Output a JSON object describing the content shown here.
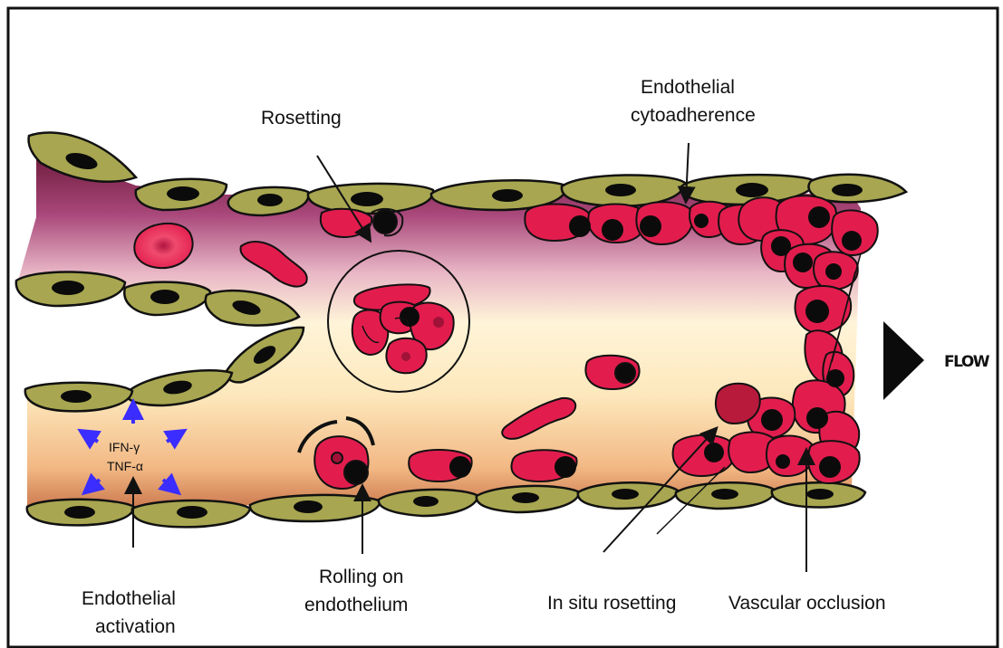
{
  "labels": {
    "rosetting": "Rosetting",
    "endothelial_cytoadherence_1": "Endothelial",
    "endothelial_cytoadherence_2": "cytoadherence",
    "flow": "FLOW",
    "endothelial_activation_1": "Endothelial",
    "endothelial_activation_2": "activation",
    "rolling_1": "Rolling on",
    "rolling_2": "endothelium",
    "in_situ_rosetting": "In situ rosetting",
    "vascular_occlusion": "Vascular occlusion"
  },
  "cytokines": {
    "ifn": "IFN-γ",
    "tnf": "TNF-α"
  },
  "colors": {
    "endothelial_cell": "#a8a650",
    "rbc": "#e21d4e",
    "nucleus_parasite": "#0b0b0b",
    "vessel_top": "#6e1e3e",
    "vessel_mid": "#fff6d8",
    "vessel_bottom": "#d8895a",
    "arrow_blue": "#3b2cff"
  }
}
